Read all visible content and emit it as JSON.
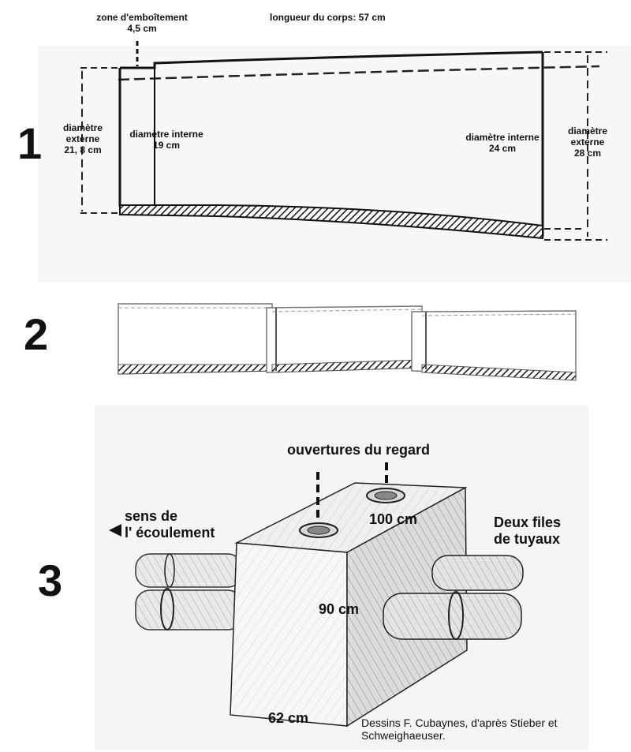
{
  "figure1": {
    "number": "1",
    "overlap_zone_label": "zone d'emboîtement",
    "overlap_zone_value": "4,5 cm",
    "body_length_label": "longueur du corps: 57 cm",
    "left_outer_label": "diamètre externe",
    "left_outer_value": "21, 8 cm",
    "left_inner_label": "diamètre interne",
    "left_inner_value": "19 cm",
    "right_inner_label": "diamètre interne",
    "right_inner_value": "24 cm",
    "right_outer_label": "diamètre externe",
    "right_outer_value": "28 cm"
  },
  "figure2": {
    "number": "2"
  },
  "figure3": {
    "number": "3",
    "openings_label": "ouvertures du regard",
    "flow_label_line1": "sens de",
    "flow_label_line2": "l' écoulement",
    "pipes_label_line1": "Deux files",
    "pipes_label_line2": "de tuyaux",
    "length_label": "100 cm",
    "height_label": "90 cm",
    "width_label": "62 cm",
    "flow_arrow_icon": "left-triangle-arrow"
  },
  "credit": {
    "line1": "Dessins F. Cubaynes, d'après Stieber et",
    "line2": "Schweighaeuser."
  }
}
